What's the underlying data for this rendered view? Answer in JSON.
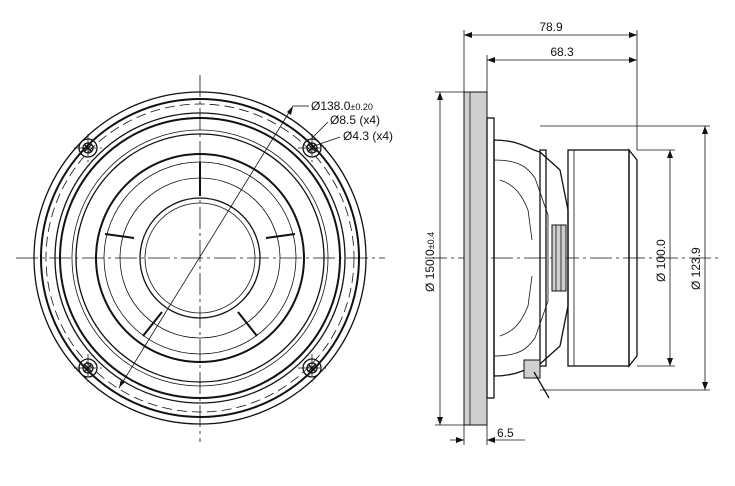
{
  "front_view": {
    "flange_diameter": "Ø138.0",
    "flange_tolerance": "±0.20",
    "mount_hole": "Ø8.5 (x4)",
    "screw_hole": "Ø4.3 (x4)"
  },
  "side_view": {
    "overall_depth": "78.9",
    "depth_from_flange": "68.3",
    "outer_diameter": "Ø 150.0",
    "outer_tolerance": "±0.4",
    "magnet_diameter": "Ø 100.0",
    "rear_diameter": "Ø 123.9",
    "flange_thickness": "6.5"
  }
}
